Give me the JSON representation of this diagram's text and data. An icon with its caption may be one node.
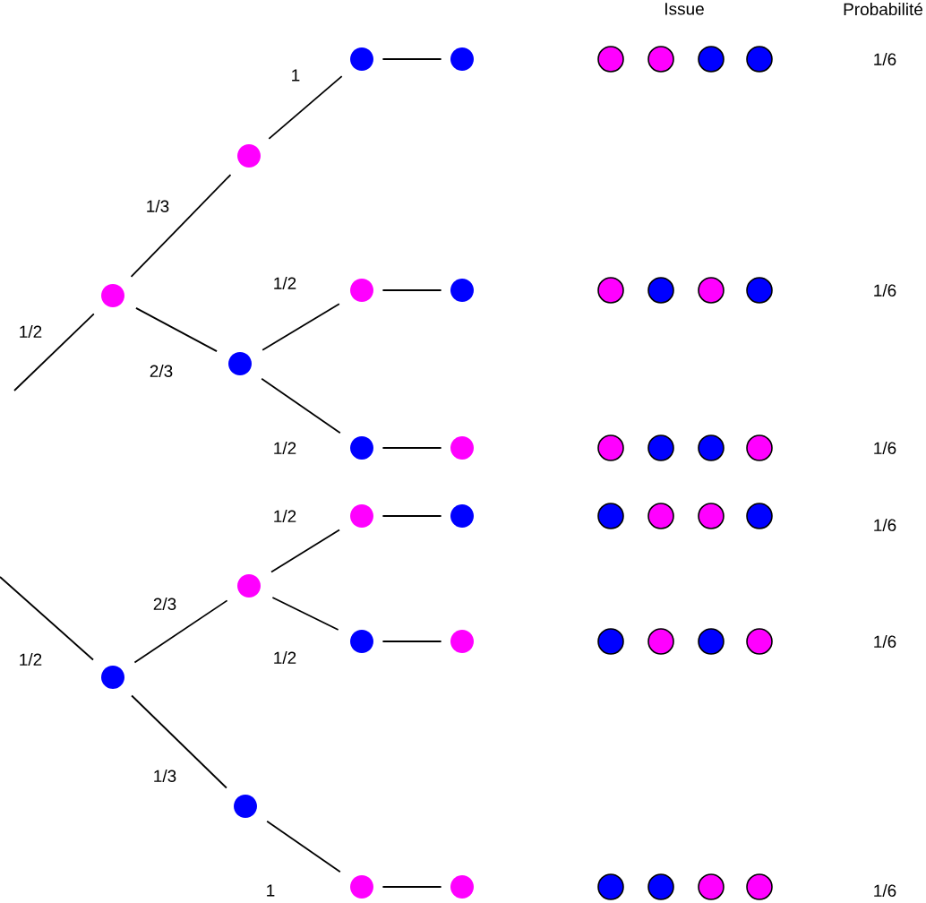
{
  "diagram": {
    "nodes": [
      {
        "text": [],
        "shape": "circle"
      },
      {
        "text": [],
        "shape": "circle"
      },
      {
        "text": [],
        "shape": "circle"
      },
      {
        "text": [],
        "shape": "circle"
      },
      {
        "text": [],
        "shape": "circle"
      },
      {
        "text": [],
        "shape": "circle"
      },
      {
        "text": [],
        "shape": "circle"
      },
      {
        "text": [],
        "shape": "circle"
      },
      {
        "text": [],
        "shape": "circle"
      },
      {
        "text": [],
        "shape": "circle"
      },
      {
        "text": [],
        "shape": "circle"
      },
      {
        "text": [],
        "shape": "circle"
      },
      {
        "text": [],
        "shape": "circle"
      },
      {
        "text": [],
        "shape": "circle"
      },
      {
        "text": [],
        "shape": "circle"
      },
      {
        "text": [],
        "shape": "circle"
      },
      {
        "text": [],
        "shape": "circle"
      },
      {
        "text": [],
        "shape": "circle"
      },
      {
        "text": [],
        "shape": "circle"
      },
      {
        "text": [],
        "shape": "circle"
      },
      {
        "text": [],
        "shape": "circle"
      },
      {
        "text": [],
        "shape": "circle"
      },
      {
        "text": [],
        "shape": "circle"
      },
      {
        "text": [],
        "shape": "circle"
      },
      {
        "text": [],
        "shape": "circle"
      },
      {
        "text": [],
        "shape": "circle"
      },
      {
        "text": [],
        "shape": "circle"
      },
      {
        "text": [],
        "shape": "circle"
      },
      {
        "text": [],
        "shape": "circle"
      },
      {
        "text": [],
        "shape": "circle"
      },
      {
        "text": [],
        "shape": "circle"
      },
      {
        "text": [],
        "shape": "circle"
      },
      {
        "text": [],
        "shape": "circle"
      },
      {
        "text": [],
        "shape": "circle"
      },
      {
        "text": [],
        "shape": "circle"
      },
      {
        "text": [],
        "shape": "circle"
      },
      {
        "text": [],
        "shape": "circle"
      },
      {
        "text": [],
        "shape": "circle"
      },
      {
        "text": [],
        "shape": "circle"
      },
      {
        "text": [],
        "shape": "circle"
      },
      {
        "text": [],
        "shape": "circle"
      },
      {
        "text": [],
        "shape": "circle"
      }
    ],
    "edges": [
      {
        "from": null,
        "to": 0,
        "arrow": "none",
        "label": "1/2"
      },
      {
        "from": null,
        "to": 9,
        "arrow": "none",
        "label": "1/2"
      },
      {
        "from": 0,
        "to": 1,
        "arrow": "none",
        "label": "1/3"
      },
      {
        "from": 1,
        "to": 2,
        "arrow": "none",
        "label": "1"
      },
      {
        "from": 2,
        "to": 3,
        "arrow": "none"
      },
      {
        "from": 0,
        "to": 4,
        "arrow": "none",
        "label": "2/3"
      },
      {
        "from": 4,
        "to": 5,
        "arrow": "none",
        "label": "1/2"
      },
      {
        "from": 5,
        "to": 6,
        "arrow": "none"
      },
      {
        "from": 4,
        "to": 7,
        "arrow": "none",
        "label": "1/2"
      },
      {
        "from": 7,
        "to": 8,
        "arrow": "none"
      },
      {
        "from": 9,
        "to": 10,
        "arrow": "none",
        "label": "2/3"
      },
      {
        "from": 10,
        "to": 11,
        "arrow": "none",
        "label": "1/2"
      },
      {
        "from": 11,
        "to": 12,
        "arrow": "none"
      },
      {
        "from": 10,
        "to": 13,
        "arrow": "none",
        "label": "1/2"
      },
      {
        "from": 13,
        "to": 14,
        "arrow": "none"
      },
      {
        "from": 9,
        "to": 15,
        "arrow": "none",
        "label": "1/3"
      },
      {
        "from": 15,
        "to": 16,
        "arrow": "none",
        "label": "1"
      },
      {
        "from": 16,
        "to": 17,
        "arrow": "none"
      }
    ],
    "labels": [
      "Issue",
      "Probabilité",
      "1/6",
      "1/6",
      "1/6",
      "1/6",
      "1/6",
      "1/6"
    ]
  }
}
